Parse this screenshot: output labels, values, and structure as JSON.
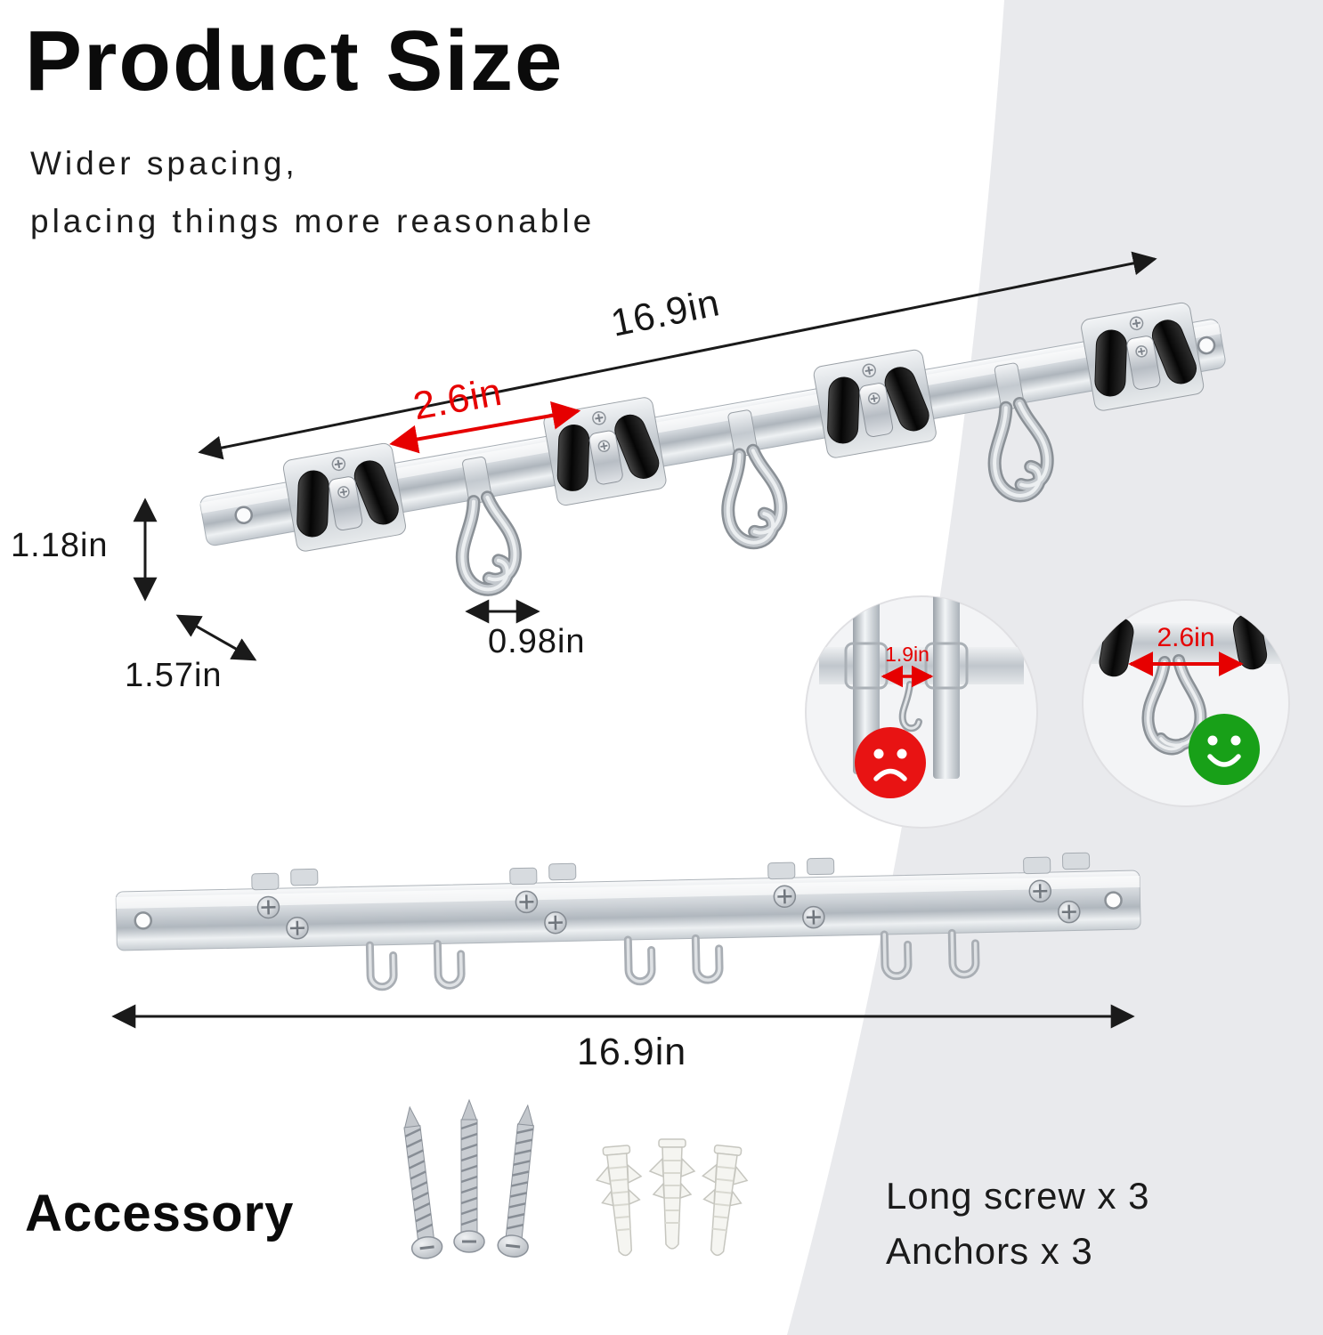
{
  "title": "Product Size",
  "subtitle": {
    "line1": "Wider spacing,",
    "line2": "placing things more reasonable"
  },
  "dimensions": {
    "total_top": "16.9in",
    "clamp_spacing": "2.6in",
    "height": "1.18in",
    "depth": "1.57in",
    "hook_width": "0.98in",
    "bottom_length": "16.9in"
  },
  "insets": {
    "bad": {
      "spacing": "1.9in"
    },
    "good": {
      "spacing": "2.6in"
    }
  },
  "accessory": {
    "heading": "Accessory",
    "line1": "Long screw x 3",
    "line2": "Anchors x 3"
  },
  "colors": {
    "dimension_red": "#e60000",
    "sad_face_red": "#e81313",
    "happy_face_green": "#18a018",
    "background_swoosh_gray": "#e9eaed"
  }
}
